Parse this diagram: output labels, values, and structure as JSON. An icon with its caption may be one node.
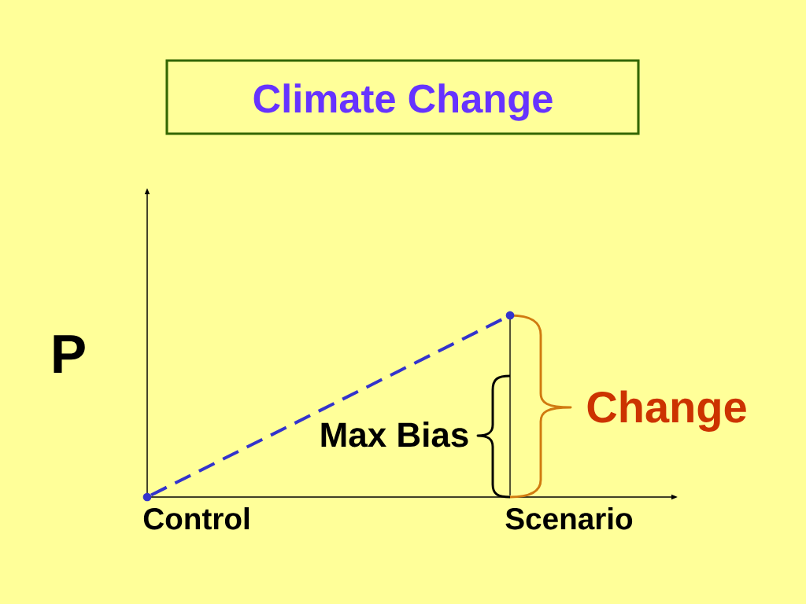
{
  "diagram": {
    "title": "Climate Change",
    "nodes": [
      {
        "text": [],
        "shape": "circle"
      },
      {
        "text": [],
        "shape": "circle"
      }
    ],
    "edges": [
      {
        "from": 0,
        "to": 1,
        "arrow": "none",
        "style": "dashed",
        "color": "#3333cc"
      }
    ],
    "labels": [
      "P",
      "Change",
      "Max Bias",
      "Control",
      "Scenario"
    ]
  }
}
